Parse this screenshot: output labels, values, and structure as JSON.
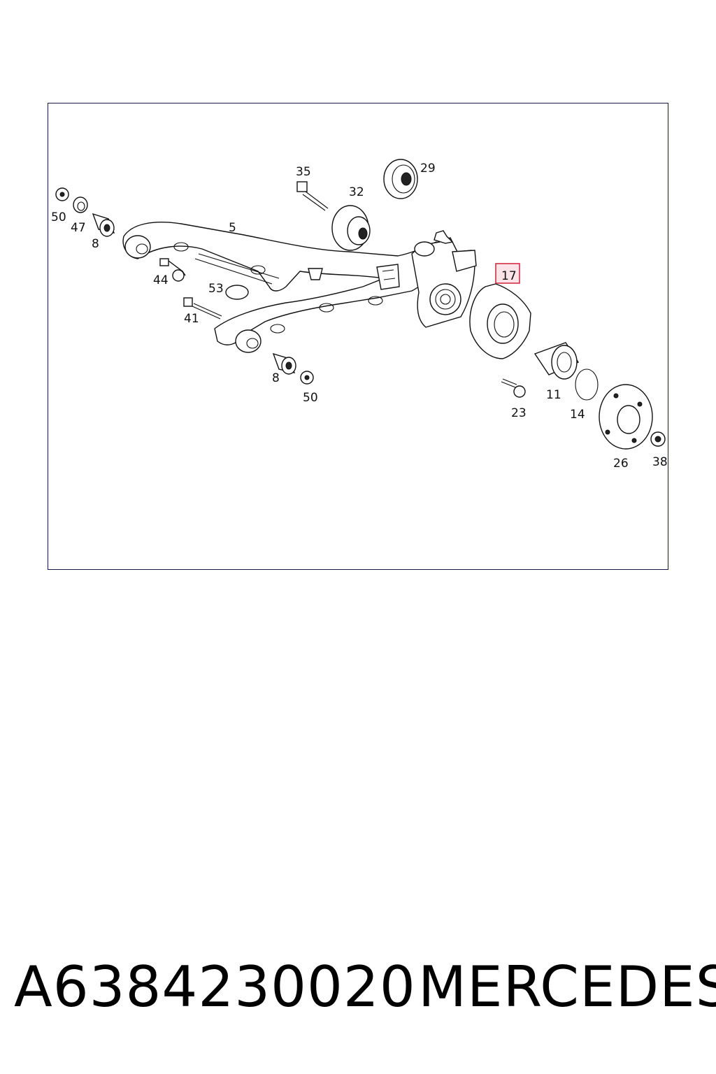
{
  "diagram": {
    "callouts": [
      {
        "id": "c50a",
        "label": "50"
      },
      {
        "id": "c47",
        "label": "47"
      },
      {
        "id": "c8a",
        "label": "8"
      },
      {
        "id": "c5",
        "label": "5"
      },
      {
        "id": "c44",
        "label": "44"
      },
      {
        "id": "c53",
        "label": "53"
      },
      {
        "id": "c41",
        "label": "41"
      },
      {
        "id": "c35",
        "label": "35"
      },
      {
        "id": "c32",
        "label": "32"
      },
      {
        "id": "c29",
        "label": "29"
      },
      {
        "id": "c17",
        "label": "17",
        "highlighted": true
      },
      {
        "id": "c8b",
        "label": "8"
      },
      {
        "id": "c50b",
        "label": "50"
      },
      {
        "id": "c23",
        "label": "23"
      },
      {
        "id": "c11",
        "label": "11"
      },
      {
        "id": "c14",
        "label": "14"
      },
      {
        "id": "c26",
        "label": "26"
      },
      {
        "id": "c38",
        "label": "38"
      }
    ],
    "highlight_color": "#d0203a",
    "highlight_fill": "#fbe3e8"
  },
  "caption": {
    "part_number": "A6384230020",
    "brand": "MERCEDES"
  }
}
